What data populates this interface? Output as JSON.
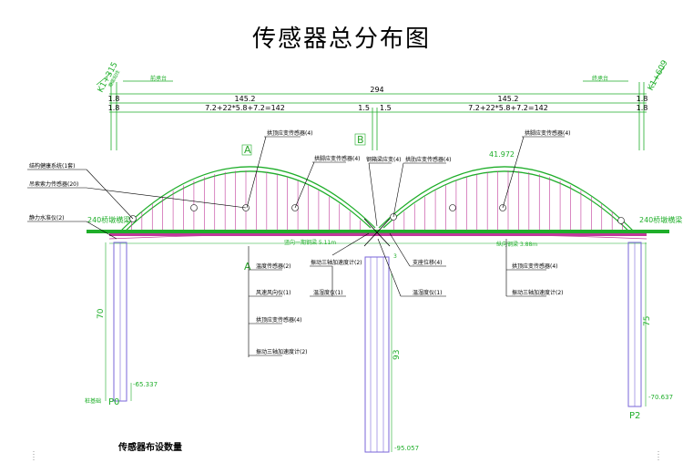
{
  "title": "传感器总分布图",
  "stations": {
    "left": "K1+315",
    "right": "K1+609"
  },
  "green_tags": {
    "left_a": "路面起线",
    "left_b": "前承台",
    "right": "终承台"
  },
  "dims": {
    "total": "294",
    "left_span": "145.2",
    "right_span": "145.2",
    "left_end": "1.8",
    "right_end": "1.8",
    "left_end2": "1.8",
    "right_end2": "1.8",
    "left_breakdown": "7.2+22*5.8+7.2=142",
    "right_breakdown": "7.2+22*5.8+7.2=142",
    "mid_left": "1.5",
    "mid_right": "1.5"
  },
  "section_marks": {
    "a_top": "A",
    "a_bottom": "A",
    "b_top": "B"
  },
  "arch_rise_label": "41.972",
  "bearing_labels": {
    "left": "240桥墩横梁",
    "right": "240桥墩横梁"
  },
  "girder_labels": {
    "left": "竖向一期钢梁 5.11m",
    "right": "纵向钢梁 3.88m"
  },
  "pier_heights": {
    "left": "70",
    "center": "93",
    "right": "75"
  },
  "elevations": {
    "left": "-65.337",
    "center": "-95.057",
    "right": "-70.637"
  },
  "piers": {
    "p0": "P0",
    "p2": "P2"
  },
  "p0_note": "桩基础",
  "center_small": "3",
  "left_callouts": [
    "结构健康系统(1套)",
    "吊索索力传感器(20)",
    "静力水准仪(2)"
  ],
  "top_callouts": [
    "拱顶应变传感器(4)",
    "拱脚应变传感器(4)",
    "钢箱梁应变(4)",
    "拱肋应变传感器(4)",
    "拱脚应变传感器(4)"
  ],
  "lower_mid_callouts": [
    "温度传感器(2)",
    "风速风向仪(1)",
    "拱顶应变传感器(4)",
    "振动三轴加速度计(2)"
  ],
  "lower_center_callouts": [
    "振动三轴加速度计(2)",
    "温湿度仪(1)",
    "支座位移(4)",
    "温湿度仪(1)"
  ],
  "lower_right_callouts": [
    "拱顶应变传感器(4)",
    "振动三轴加速度计(2)"
  ],
  "bottom_note": "传感器布设数量"
}
